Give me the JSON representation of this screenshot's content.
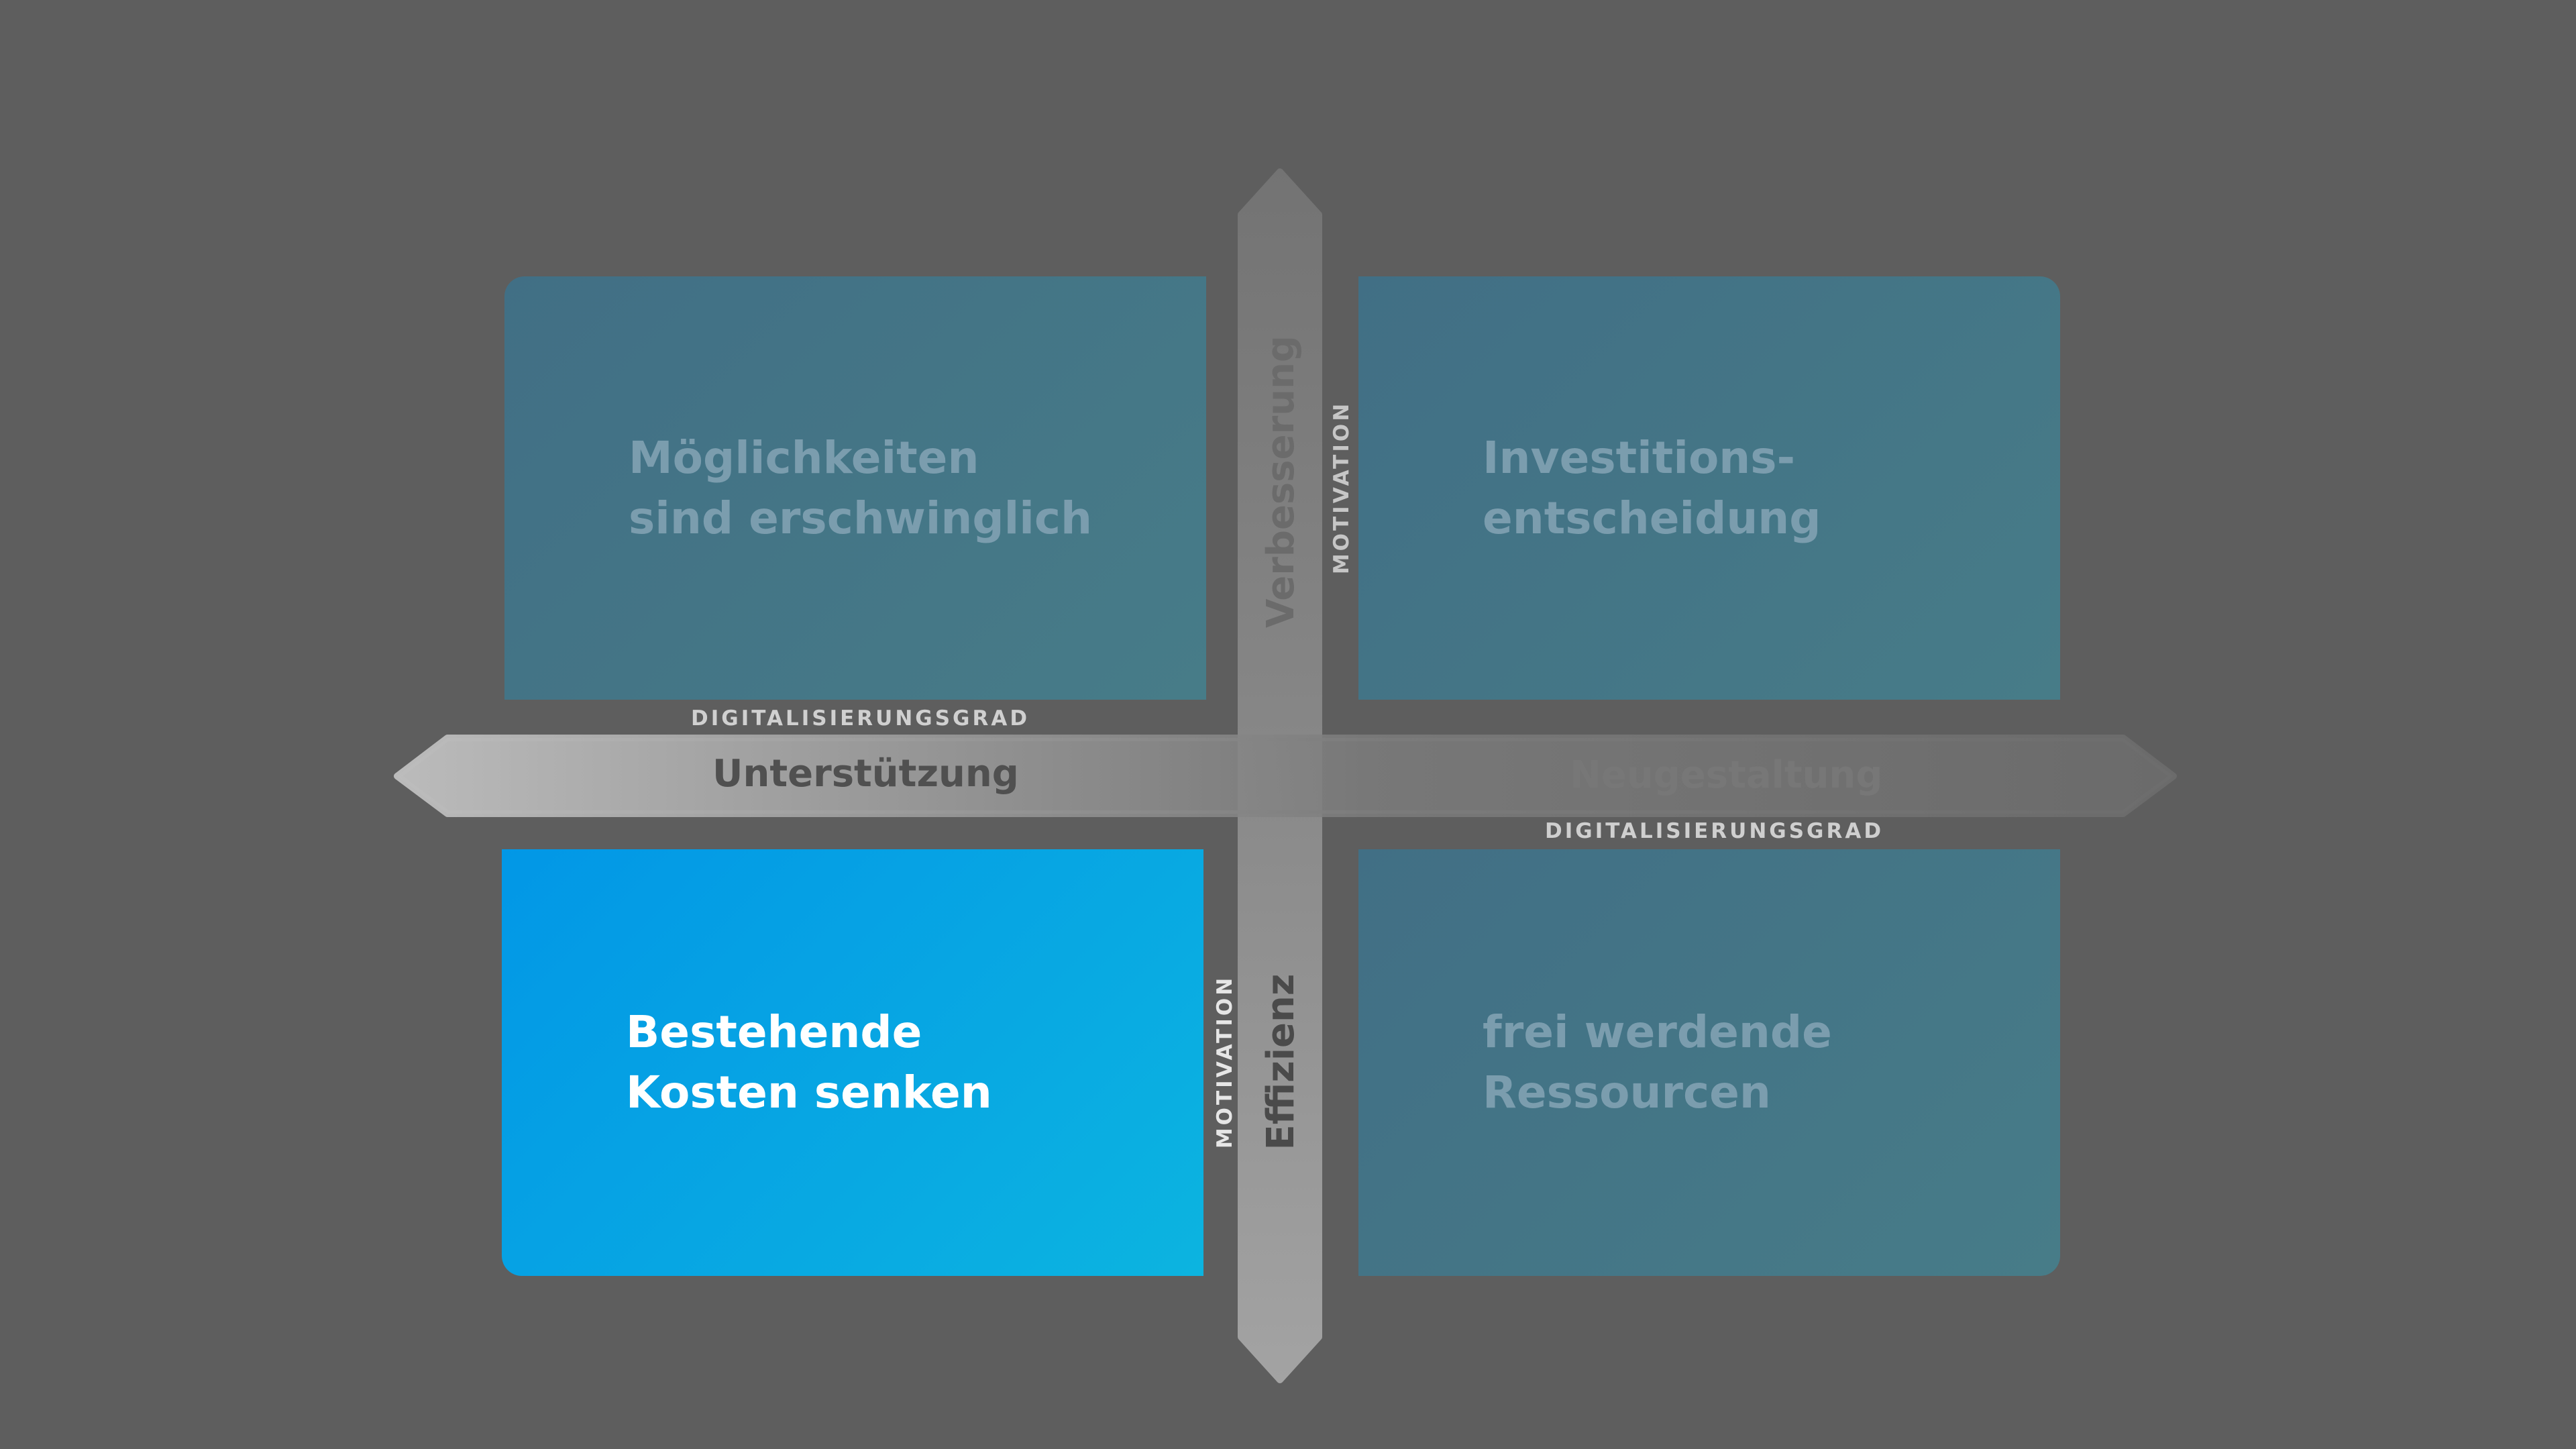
{
  "quadrants": {
    "top_left": {
      "label": "Möglichkeiten sind erschwinglich",
      "state": "muted"
    },
    "top_right": {
      "label": "Investitions-entscheidung",
      "state": "muted"
    },
    "bottom_left": {
      "label": "Bestehende Kosten senken",
      "state": "active"
    },
    "bottom_right": {
      "label": "frei werdende Ressourcen",
      "state": "muted"
    }
  },
  "horizontal_axis": {
    "caption_top": "DIGITALISIERUNGSGRAD",
    "caption_bottom": "DIGITALISIERUNGSGRAD",
    "left_label": "Unterstützung",
    "right_label": "Neugestaltung"
  },
  "vertical_axis": {
    "caption_top": "MOTIVATION",
    "caption_bottom": "MOTIVATION",
    "top_label": "Verbesserung",
    "bottom_label": "Effizienz"
  },
  "colors": {
    "background": "#5e5e5e",
    "quadrant_muted": "#437586",
    "quadrant_active": "#069fe5",
    "arrow": "#9e9e9e"
  }
}
